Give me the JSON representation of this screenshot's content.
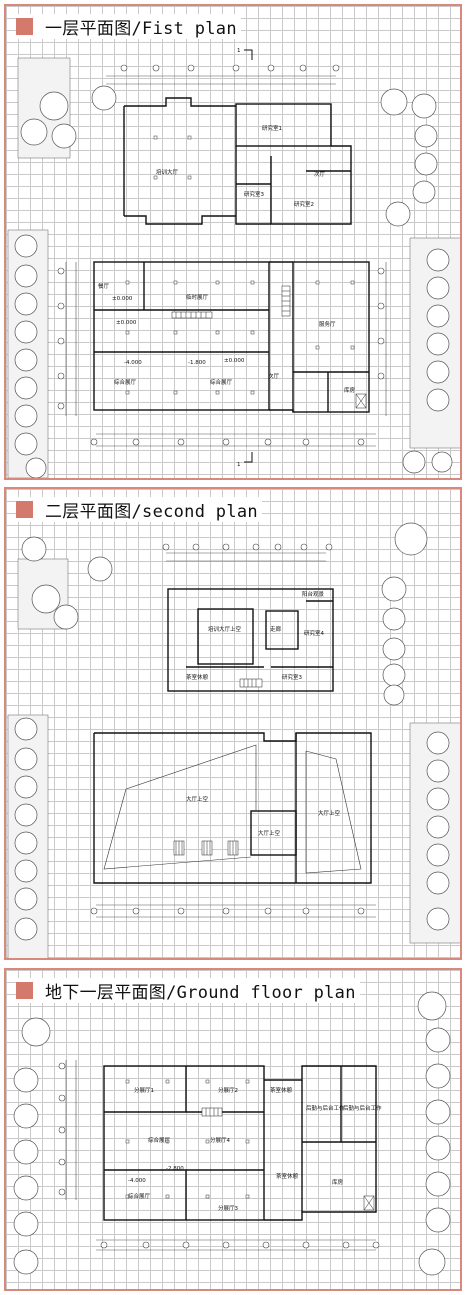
{
  "panels": [
    {
      "title": "一层平面图/Fist plan",
      "section_mark": "1",
      "rooms": {
        "studio_hall": "培训大厅",
        "office1": "研究室1",
        "office2": "研究室2",
        "office3": "研究室3",
        "lobby_small": "次厅",
        "pavilion": "餐厅",
        "temp_hall": "临时展厅",
        "service_hall": "服务厅",
        "mixed_hall": "综合展厅",
        "lobby": "次厅",
        "kitchen": "库房",
        "level_a": "±0.000",
        "level_b": "±0.000",
        "level_c": "±0.000",
        "level_d": "-4.000",
        "level_e": "-1.800"
      }
    },
    {
      "title": "二层平面图/second plan",
      "rooms": {
        "void_training": "培训大厅上空",
        "terrace": "阳台观景",
        "office4": "研究室4",
        "office3": "研究室3",
        "rest": "茶室休憩",
        "corridor": "走廊",
        "void1": "大厅上空",
        "void2": "大厅上空",
        "void3": "大厅上空"
      }
    },
    {
      "title": "地下一层平面图/Ground floor plan",
      "rooms": {
        "sub1": "分展厅1",
        "sub2": "分展厅2",
        "sub3": "分展厅3",
        "sub4": "分展厅4",
        "mixed": "综合展厅",
        "tea": "茶室休憩",
        "tea2": "茶室休憩",
        "backstage1": "后勤与后台工作",
        "backstage2": "后勤与后台工作",
        "storage": "库房",
        "level_a": "-4.000",
        "level_b": "-2.800"
      }
    }
  ]
}
